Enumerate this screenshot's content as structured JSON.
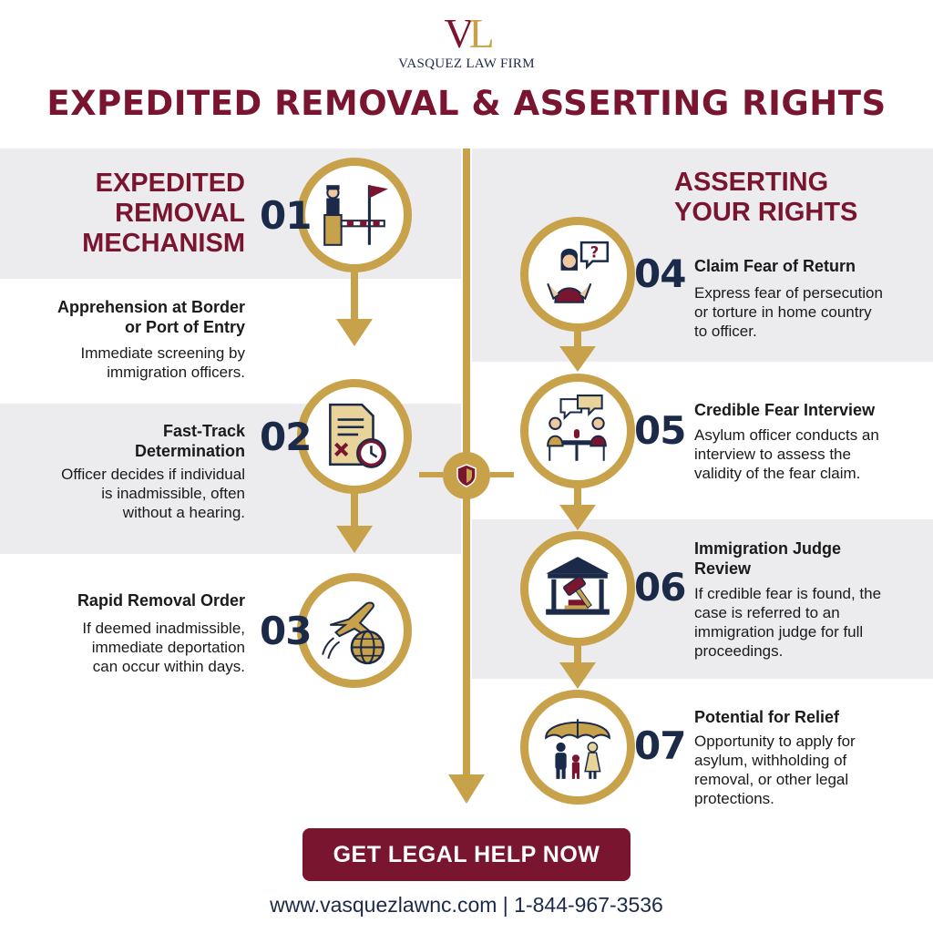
{
  "brand": {
    "logo_v": "V",
    "logo_l": "L",
    "firm_name": "VASQUEZ LAW FIRM"
  },
  "title": "EXPEDITED REMOVAL & ASSERTING RIGHTS",
  "left_section": {
    "title_line1": "EXPEDITED",
    "title_line2": "REMOVAL",
    "title_line3": "MECHANISM",
    "steps": [
      {
        "number": "01",
        "title_line1": "Apprehension at Border",
        "title_line2": "or Port of Entry",
        "desc_line1": "Immediate screening by",
        "desc_line2": "immigration officers.",
        "icon": "border-checkpoint-icon"
      },
      {
        "number": "02",
        "title_line1": "Fast-Track",
        "title_line2": "Determination",
        "desc_line1": "Officer decides if individual",
        "desc_line2": "is inadmissible, often",
        "desc_line3": "without a hearing.",
        "icon": "document-denied-clock-icon"
      },
      {
        "number": "03",
        "title_line1": "Rapid Removal Order",
        "desc_line1": "If deemed inadmissible,",
        "desc_line2": "immediate deportation",
        "desc_line3": "can occur within days.",
        "icon": "airplane-globe-icon"
      }
    ]
  },
  "right_section": {
    "title_line1": "ASSERTING",
    "title_line2": "YOUR RIGHTS",
    "steps": [
      {
        "number": "04",
        "title_line1": "Claim Fear of Return",
        "desc_line1": "Express fear of persecution",
        "desc_line2": "or torture in home country",
        "desc_line3": "to officer.",
        "icon": "person-question-icon"
      },
      {
        "number": "05",
        "title_line1": "Credible Fear Interview",
        "desc_line1": "Asylum officer conducts an",
        "desc_line2": "interview to assess the",
        "desc_line3": "validity of the fear claim.",
        "icon": "interview-icon"
      },
      {
        "number": "06",
        "title_line1": "Immigration Judge",
        "title_line2": "Review",
        "desc_line1": "If credible fear is found, the",
        "desc_line2": "case is referred to an",
        "desc_line3": "immigration judge for full",
        "desc_line4": "proceedings.",
        "icon": "courthouse-gavel-icon"
      },
      {
        "number": "07",
        "title_line1": "Potential for Relief",
        "desc_line1": "Opportunity to apply for",
        "desc_line2": "asylum, withholding of",
        "desc_line3": "removal, or other legal",
        "desc_line4": "protections.",
        "icon": "family-umbrella-icon"
      }
    ]
  },
  "cta_label": "GET LEGAL HELP NOW",
  "footer": "www.vasquezlawnc.com | 1-844-967-3536",
  "colors": {
    "maroon": "#7a1530",
    "gold": "#c8a24a",
    "navy": "#1c2a4a",
    "band": "#ececee"
  }
}
